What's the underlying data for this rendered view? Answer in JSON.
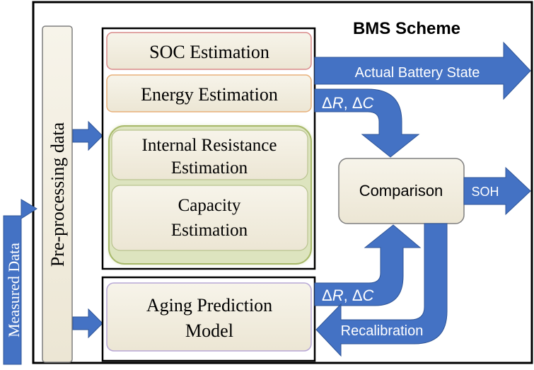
{
  "title": "BMS Scheme",
  "input_label": "Measured Data",
  "preprocessing_label": "Pre-processing data",
  "blocks": {
    "soc": "SOC Estimation",
    "energy": "Energy Estimation",
    "internal_resistance": [
      "Internal Resistance",
      "Estimation"
    ],
    "capacity": [
      "Capacity",
      "Estimation"
    ],
    "aging": [
      "Aging Prediction",
      "Model"
    ],
    "comparison": "Comparison"
  },
  "arrows": {
    "actual_state": "Actual Battery State",
    "soh": "SOH",
    "recalibration": "Recalibration",
    "delta_top": {
      "prefix": "Δ",
      "r": "R",
      "sep": ", Δ",
      "c": "C"
    },
    "delta_bottom": {
      "prefix": "Δ",
      "r": "R",
      "sep": ", Δ",
      "c": "C"
    }
  },
  "colors": {
    "arrow": "#4472c4",
    "arrow_edge": "#2f5597",
    "block_fill": "#f3efe3",
    "soc_border": "#d98a8a",
    "energy_border": "#e8b07a",
    "group_border": "#a7b96a",
    "aging_border": "#b7a7d6",
    "frame": "#000000"
  }
}
